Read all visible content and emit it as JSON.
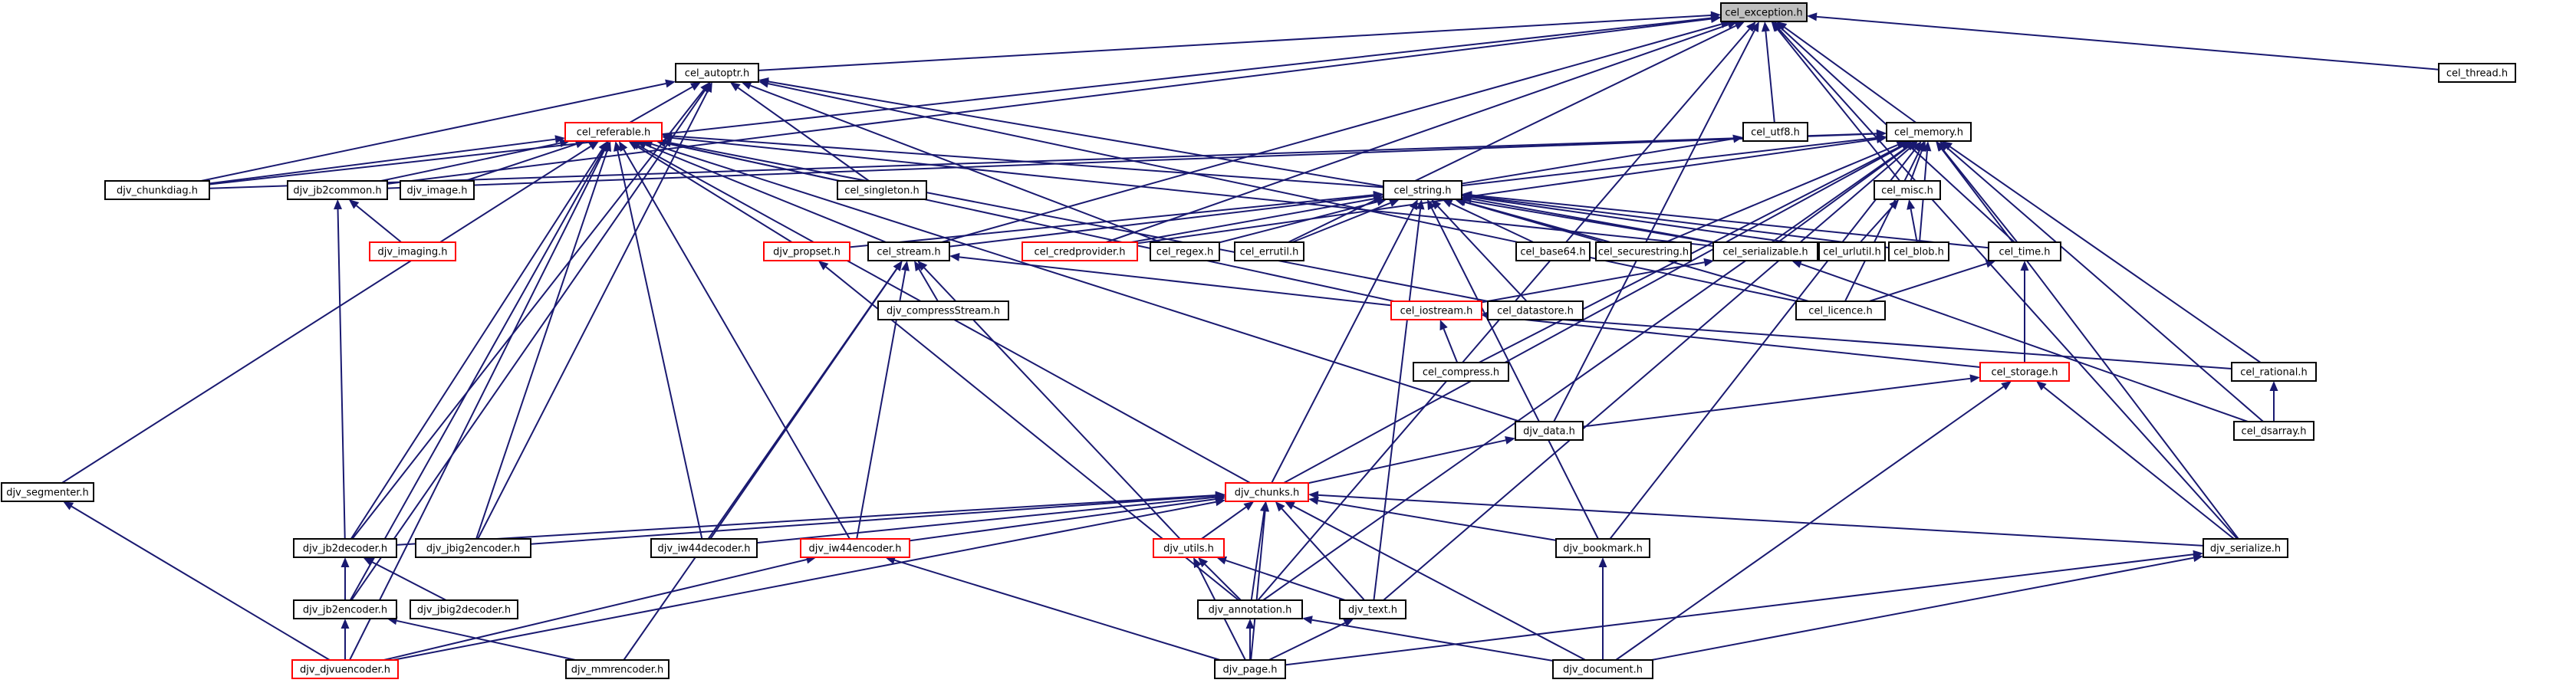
{
  "diagram": {
    "colors": {
      "edge": "#191970",
      "incomplete": "#ff0000",
      "focus_fill": "#bfbfbf"
    },
    "nodes": [
      {
        "id": "cel_exception",
        "label": "cel_exception.h",
        "kind": "focus"
      },
      {
        "id": "cel_thread",
        "label": "cel_thread.h",
        "kind": "normal"
      },
      {
        "id": "cel_autoptr",
        "label": "cel_autoptr.h",
        "kind": "normal"
      },
      {
        "id": "cel_referable",
        "label": "cel_referable.h",
        "kind": "red"
      },
      {
        "id": "cel_utf8",
        "label": "cel_utf8.h",
        "kind": "normal"
      },
      {
        "id": "cel_memory",
        "label": "cel_memory.h",
        "kind": "normal"
      },
      {
        "id": "djv_chunkdiag",
        "label": "djv_chunkdiag.h",
        "kind": "normal"
      },
      {
        "id": "djv_jb2common",
        "label": "djv_jb2common.h",
        "kind": "normal"
      },
      {
        "id": "djv_image",
        "label": "djv_image.h",
        "kind": "normal"
      },
      {
        "id": "cel_singleton",
        "label": "cel_singleton.h",
        "kind": "normal"
      },
      {
        "id": "cel_string",
        "label": "cel_string.h",
        "kind": "normal"
      },
      {
        "id": "cel_misc",
        "label": "cel_misc.h",
        "kind": "normal"
      },
      {
        "id": "djv_imaging",
        "label": "djv_imaging.h",
        "kind": "red"
      },
      {
        "id": "djv_propset",
        "label": "djv_propset.h",
        "kind": "red"
      },
      {
        "id": "cel_stream",
        "label": "cel_stream.h",
        "kind": "normal"
      },
      {
        "id": "cel_credprovider",
        "label": "cel_credprovider.h",
        "kind": "red"
      },
      {
        "id": "cel_regex",
        "label": "cel_regex.h",
        "kind": "normal"
      },
      {
        "id": "cel_errutil",
        "label": "cel_errutil.h",
        "kind": "normal"
      },
      {
        "id": "cel_base64",
        "label": "cel_base64.h",
        "kind": "normal"
      },
      {
        "id": "cel_securestring",
        "label": "cel_securestring.h",
        "kind": "normal"
      },
      {
        "id": "cel_serializable",
        "label": "cel_serializable.h",
        "kind": "normal"
      },
      {
        "id": "cel_urlutil",
        "label": "cel_urlutil.h",
        "kind": "normal"
      },
      {
        "id": "cel_blob",
        "label": "cel_blob.h",
        "kind": "normal"
      },
      {
        "id": "cel_time",
        "label": "cel_time.h",
        "kind": "normal"
      },
      {
        "id": "djv_compressstream",
        "label": "djv_compressStream.h",
        "kind": "normal"
      },
      {
        "id": "cel_iostream",
        "label": "cel_iostream.h",
        "kind": "red"
      },
      {
        "id": "cel_datastore",
        "label": "cel_datastore.h",
        "kind": "normal"
      },
      {
        "id": "cel_licence",
        "label": "cel_licence.h",
        "kind": "normal"
      },
      {
        "id": "cel_compress",
        "label": "cel_compress.h",
        "kind": "normal"
      },
      {
        "id": "cel_storage",
        "label": "cel_storage.h",
        "kind": "red"
      },
      {
        "id": "cel_rational",
        "label": "cel_rational.h",
        "kind": "normal"
      },
      {
        "id": "djv_data",
        "label": "djv_data.h",
        "kind": "normal"
      },
      {
        "id": "cel_dsarray",
        "label": "cel_dsarray.h",
        "kind": "normal"
      },
      {
        "id": "djv_segmenter",
        "label": "djv_segmenter.h",
        "kind": "normal"
      },
      {
        "id": "djv_chunks",
        "label": "djv_chunks.h",
        "kind": "red"
      },
      {
        "id": "djv_jb2decoder",
        "label": "djv_jb2decoder.h",
        "kind": "normal"
      },
      {
        "id": "djv_jbig2encoder",
        "label": "djv_jbig2encoder.h",
        "kind": "normal"
      },
      {
        "id": "djv_iw44decoder",
        "label": "djv_iw44decoder.h",
        "kind": "normal"
      },
      {
        "id": "djv_iw44encoder",
        "label": "djv_iw44encoder.h",
        "kind": "red"
      },
      {
        "id": "djv_utils",
        "label": "djv_utils.h",
        "kind": "red"
      },
      {
        "id": "djv_bookmark",
        "label": "djv_bookmark.h",
        "kind": "normal"
      },
      {
        "id": "djv_serialize",
        "label": "djv_serialize.h",
        "kind": "normal"
      },
      {
        "id": "djv_jb2encoder",
        "label": "djv_jb2encoder.h",
        "kind": "normal"
      },
      {
        "id": "djv_jbig2decoder",
        "label": "djv_jbig2decoder.h",
        "kind": "normal"
      },
      {
        "id": "djv_annotation",
        "label": "djv_annotation.h",
        "kind": "normal"
      },
      {
        "id": "djv_text",
        "label": "djv_text.h",
        "kind": "normal"
      },
      {
        "id": "djv_djvuencoder",
        "label": "djv_djvuencoder.h",
        "kind": "red"
      },
      {
        "id": "djv_mmrencoder",
        "label": "djv_mmrencoder.h",
        "kind": "normal"
      },
      {
        "id": "djv_page",
        "label": "djv_page.h",
        "kind": "normal"
      },
      {
        "id": "djv_document",
        "label": "djv_document.h",
        "kind": "normal"
      }
    ],
    "edges": [
      [
        "cel_thread",
        "cel_exception"
      ],
      [
        "cel_autoptr",
        "cel_exception"
      ],
      [
        "cel_utf8",
        "cel_exception"
      ],
      [
        "cel_memory",
        "cel_exception"
      ],
      [
        "cel_misc",
        "cel_exception"
      ],
      [
        "cel_time",
        "cel_exception"
      ],
      [
        "cel_stream",
        "cel_exception"
      ],
      [
        "djv_chunkdiag",
        "cel_exception"
      ],
      [
        "djv_jb2common",
        "cel_exception"
      ],
      [
        "cel_errutil",
        "cel_exception"
      ],
      [
        "cel_credprovider",
        "cel_exception"
      ],
      [
        "djv_data",
        "cel_exception"
      ],
      [
        "djv_serialize",
        "cel_exception"
      ],
      [
        "djv_annotation",
        "cel_exception"
      ],
      [
        "cel_referable",
        "cel_autoptr"
      ],
      [
        "cel_singleton",
        "cel_autoptr"
      ],
      [
        "cel_regex",
        "cel_autoptr"
      ],
      [
        "cel_serializable",
        "cel_autoptr"
      ],
      [
        "djv_chunkdiag",
        "cel_autoptr"
      ],
      [
        "djv_jb2decoder",
        "cel_autoptr"
      ],
      [
        "djv_jbig2encoder",
        "cel_autoptr"
      ],
      [
        "djv_jb2encoder",
        "cel_autoptr"
      ],
      [
        "cel_licence",
        "cel_autoptr"
      ],
      [
        "djv_chunkdiag",
        "cel_referable"
      ],
      [
        "djv_jb2common",
        "cel_referable"
      ],
      [
        "djv_image",
        "cel_referable"
      ],
      [
        "cel_singleton",
        "cel_referable"
      ],
      [
        "cel_stream",
        "cel_referable"
      ],
      [
        "djv_propset",
        "cel_referable"
      ],
      [
        "cel_string",
        "cel_referable"
      ],
      [
        "cel_serializable",
        "cel_referable"
      ],
      [
        "djv_chunks",
        "cel_referable"
      ],
      [
        "djv_jb2decoder",
        "cel_referable"
      ],
      [
        "djv_jbig2encoder",
        "cel_referable"
      ],
      [
        "djv_iw44decoder",
        "cel_referable"
      ],
      [
        "djv_iw44encoder",
        "cel_referable"
      ],
      [
        "djv_segmenter",
        "cel_referable"
      ],
      [
        "djv_jb2encoder",
        "cel_referable"
      ],
      [
        "djv_djvuencoder",
        "cel_referable"
      ],
      [
        "cel_iostream",
        "cel_referable"
      ],
      [
        "cel_datastore",
        "cel_referable"
      ],
      [
        "djv_data",
        "cel_referable"
      ],
      [
        "cel_string",
        "cel_utf8"
      ],
      [
        "cel_string",
        "cel_memory"
      ],
      [
        "cel_misc",
        "cel_memory"
      ],
      [
        "cel_blob",
        "cel_memory"
      ],
      [
        "cel_time",
        "cel_memory"
      ],
      [
        "cel_securestring",
        "cel_memory"
      ],
      [
        "cel_serializable",
        "cel_memory"
      ],
      [
        "cel_licence",
        "cel_memory"
      ],
      [
        "cel_rational",
        "cel_memory"
      ],
      [
        "cel_dsarray",
        "cel_memory"
      ],
      [
        "djv_chunks",
        "cel_memory"
      ],
      [
        "djv_bookmark",
        "cel_memory"
      ],
      [
        "djv_serialize",
        "cel_memory"
      ],
      [
        "djv_text",
        "cel_memory"
      ],
      [
        "cel_credprovider",
        "cel_memory"
      ],
      [
        "djv_chunkdiag",
        "cel_memory"
      ],
      [
        "djv_jb2common",
        "cel_memory"
      ],
      [
        "cel_compress",
        "cel_memory"
      ],
      [
        "djv_annotation",
        "cel_memory"
      ],
      [
        "cel_stream",
        "cel_string"
      ],
      [
        "djv_propset",
        "cel_string"
      ],
      [
        "cel_credprovider",
        "cel_string"
      ],
      [
        "cel_regex",
        "cel_string"
      ],
      [
        "cel_errutil",
        "cel_string"
      ],
      [
        "cel_base64",
        "cel_string"
      ],
      [
        "cel_securestring",
        "cel_string"
      ],
      [
        "cel_serializable",
        "cel_string"
      ],
      [
        "cel_urlutil",
        "cel_string"
      ],
      [
        "cel_blob",
        "cel_string"
      ],
      [
        "cel_time",
        "cel_string"
      ],
      [
        "cel_datastore",
        "cel_string"
      ],
      [
        "cel_licence",
        "cel_string"
      ],
      [
        "djv_chunks",
        "cel_string"
      ],
      [
        "djv_bookmark",
        "cel_string"
      ],
      [
        "djv_text",
        "cel_string"
      ],
      [
        "cel_urlutil",
        "cel_misc"
      ],
      [
        "cel_blob",
        "cel_misc"
      ],
      [
        "djv_imaging",
        "djv_jb2common"
      ],
      [
        "djv_jb2decoder",
        "djv_jb2common"
      ],
      [
        "djv_compressstream",
        "cel_stream"
      ],
      [
        "cel_iostream",
        "cel_stream"
      ],
      [
        "djv_iw44decoder",
        "cel_stream"
      ],
      [
        "djv_iw44encoder",
        "cel_stream"
      ],
      [
        "djv_utils",
        "cel_stream"
      ],
      [
        "djv_mmrencoder",
        "cel_stream"
      ],
      [
        "djv_annotation",
        "djv_propset"
      ],
      [
        "cel_iostream",
        "cel_serializable"
      ],
      [
        "cel_dsarray",
        "cel_serializable"
      ],
      [
        "cel_storage",
        "cel_time"
      ],
      [
        "cel_licence",
        "cel_time"
      ],
      [
        "cel_compress",
        "cel_iostream"
      ],
      [
        "cel_storage",
        "cel_iostream"
      ],
      [
        "cel_rational",
        "cel_iostream"
      ],
      [
        "djv_data",
        "cel_storage"
      ],
      [
        "djv_serialize",
        "cel_storage"
      ],
      [
        "djv_document",
        "cel_storage"
      ],
      [
        "djv_chunks",
        "djv_data"
      ],
      [
        "cel_dsarray",
        "cel_rational"
      ],
      [
        "djv_djvuencoder",
        "djv_segmenter"
      ],
      [
        "djv_jb2decoder",
        "djv_chunks"
      ],
      [
        "djv_jbig2encoder",
        "djv_chunks"
      ],
      [
        "djv_iw44decoder",
        "djv_chunks"
      ],
      [
        "djv_iw44encoder",
        "djv_chunks"
      ],
      [
        "djv_utils",
        "djv_chunks"
      ],
      [
        "djv_bookmark",
        "djv_chunks"
      ],
      [
        "djv_serialize",
        "djv_chunks"
      ],
      [
        "djv_annotation",
        "djv_chunks"
      ],
      [
        "djv_text",
        "djv_chunks"
      ],
      [
        "djv_page",
        "djv_chunks"
      ],
      [
        "djv_document",
        "djv_chunks"
      ],
      [
        "djv_djvuencoder",
        "djv_chunks"
      ],
      [
        "djv_jb2encoder",
        "djv_jb2decoder"
      ],
      [
        "djv_jbig2decoder",
        "djv_jb2decoder"
      ],
      [
        "djv_djvuencoder",
        "djv_iw44encoder"
      ],
      [
        "djv_page",
        "djv_iw44encoder"
      ],
      [
        "djv_annotation",
        "djv_utils"
      ],
      [
        "djv_text",
        "djv_utils"
      ],
      [
        "djv_page",
        "djv_utils"
      ],
      [
        "djv_document",
        "djv_bookmark"
      ],
      [
        "djv_page",
        "djv_serialize"
      ],
      [
        "djv_document",
        "djv_serialize"
      ],
      [
        "djv_djvuencoder",
        "djv_jb2encoder"
      ],
      [
        "djv_mmrencoder",
        "djv_jb2encoder"
      ],
      [
        "djv_page",
        "djv_annotation"
      ],
      [
        "djv_document",
        "djv_annotation"
      ],
      [
        "djv_page",
        "djv_text"
      ]
    ]
  }
}
